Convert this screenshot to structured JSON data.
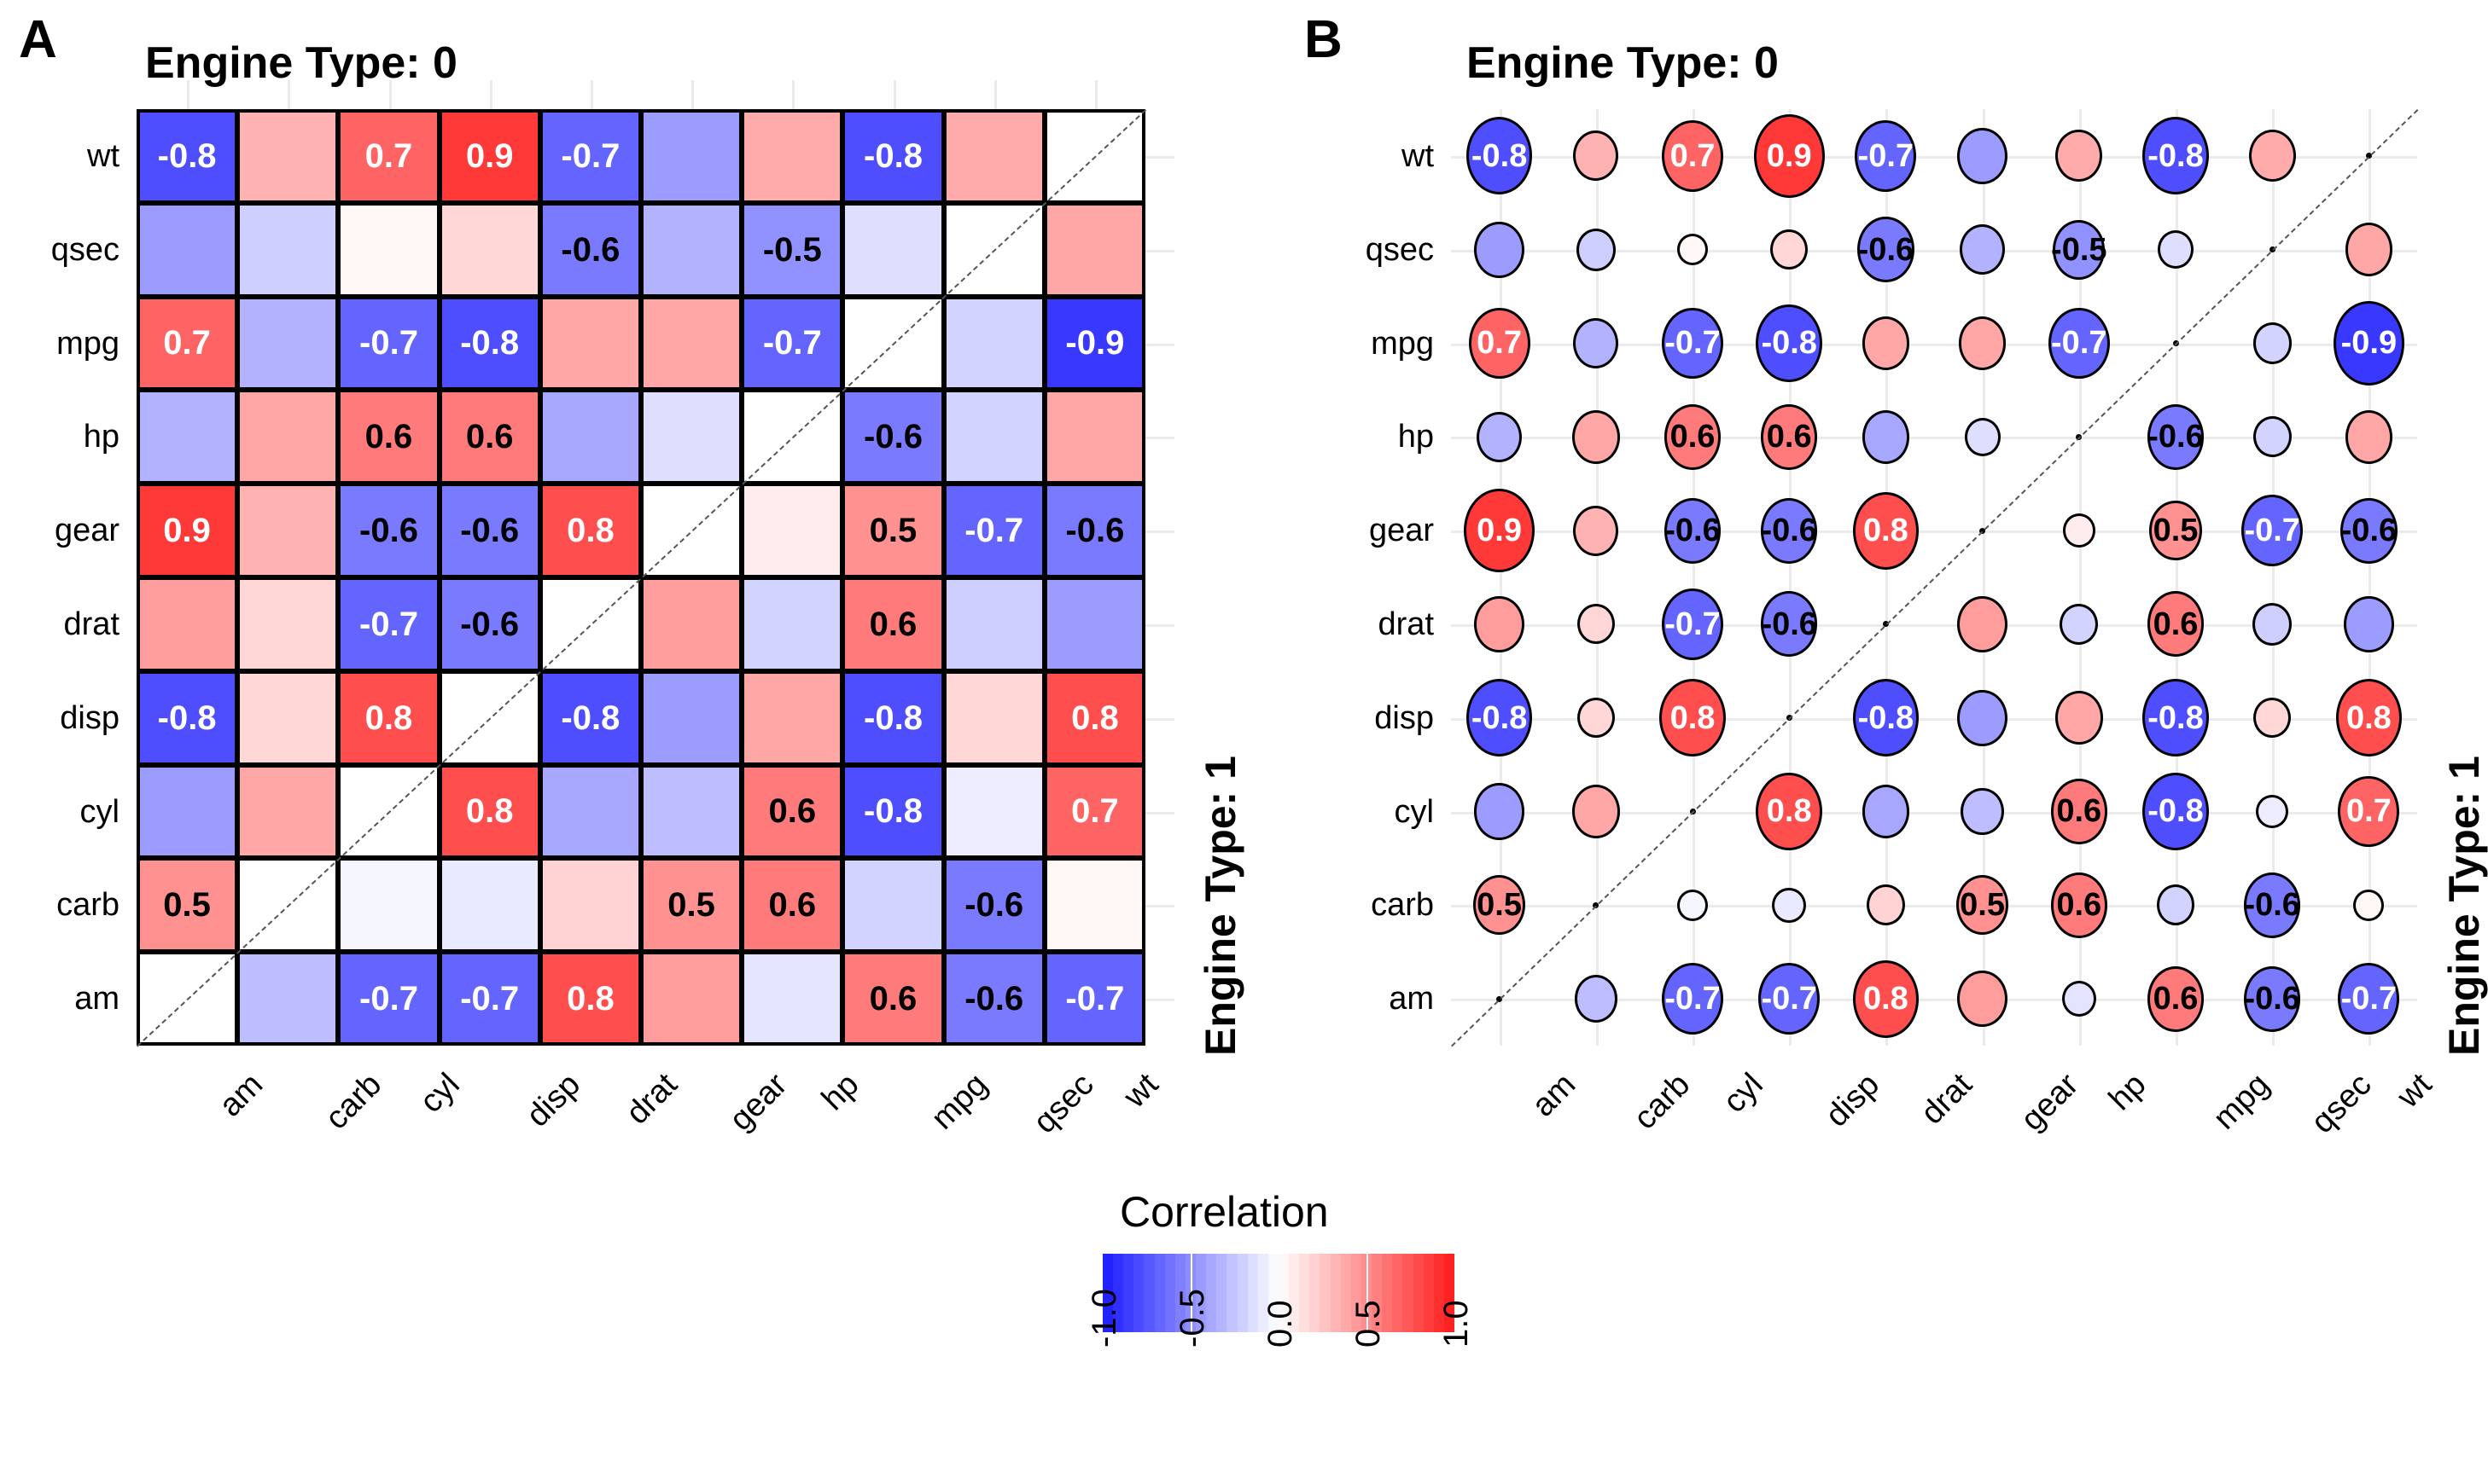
{
  "figure": {
    "legend_title": "Correlation",
    "legend_ticks": [
      "-1.0",
      "-0.5",
      "0.0",
      "0.5",
      "1.0"
    ],
    "colors": {
      "negative_extreme": "#2222ff",
      "zero": "#ffffff",
      "positive_extreme": "#ff2222",
      "grid": "#ebebeb",
      "outline": "#000000"
    }
  },
  "panels": [
    {
      "tag": "A",
      "title": "Engine Type: 0",
      "side_title": "Engine Type: 1",
      "style": "heatmap"
    },
    {
      "tag": "B",
      "title": "Engine Type: 0",
      "side_title": "Engine Type: 1",
      "style": "bubble"
    }
  ],
  "chart_data": {
    "type": "heatmap",
    "title": "Engine Type: 0",
    "secondary_title": "Engine Type: 1",
    "legend_title": "Correlation",
    "xlabel": "",
    "ylabel": "",
    "zlim": [
      -1.0,
      1.0
    ],
    "legend_ticks": [
      -1.0,
      -0.5,
      0.0,
      0.5,
      1.0
    ],
    "colormap": [
      "#2222ff",
      "#ffffff",
      "#ff2222"
    ],
    "grid": true,
    "legend_position": "bottom-center",
    "x_categories": [
      "am",
      "carb",
      "cyl",
      "disp",
      "drat",
      "gear",
      "hp",
      "mpg",
      "qsec",
      "wt"
    ],
    "y_categories": [
      "wt",
      "qsec",
      "mpg",
      "hp",
      "gear",
      "drat",
      "disp",
      "cyl",
      "carb",
      "am"
    ],
    "label_threshold": 0.5,
    "note": "values is a 10x10 matrix, rows follow y_categories, columns follow x_categories; null marks the blank anti-diagonal self-correlation cells. Upper-left triangle is Engine Type 0, lower-right triangle is Engine Type 1.",
    "values": [
      [
        -0.8,
        0.35,
        0.7,
        0.9,
        -0.7,
        -0.45,
        0.38,
        -0.8,
        0.38,
        null
      ],
      [
        -0.45,
        -0.22,
        0.04,
        0.18,
        -0.6,
        -0.35,
        -0.5,
        -0.15,
        null,
        0.4
      ],
      [
        0.7,
        -0.35,
        -0.7,
        -0.8,
        0.4,
        0.4,
        -0.7,
        null,
        -0.2,
        -0.9
      ],
      [
        -0.35,
        0.4,
        0.6,
        0.6,
        -0.4,
        -0.15,
        null,
        -0.6,
        -0.2,
        0.4
      ],
      [
        0.9,
        0.35,
        -0.6,
        -0.6,
        0.8,
        null,
        0.08,
        0.5,
        -0.7,
        -0.6
      ],
      [
        0.45,
        0.18,
        -0.7,
        -0.6,
        null,
        0.45,
        -0.2,
        0.6,
        -0.22,
        -0.45
      ],
      [
        -0.8,
        0.18,
        0.8,
        null,
        -0.8,
        -0.45,
        0.4,
        -0.8,
        0.18,
        0.8
      ],
      [
        -0.45,
        0.4,
        null,
        0.8,
        -0.4,
        -0.3,
        0.6,
        -0.8,
        -0.08,
        0.7
      ],
      [
        0.5,
        null,
        -0.04,
        -0.1,
        0.2,
        0.5,
        0.6,
        -0.2,
        -0.6,
        0.04
      ],
      [
        null,
        -0.3,
        -0.7,
        -0.7,
        0.8,
        0.45,
        -0.12,
        0.6,
        -0.6,
        -0.7
      ]
    ]
  }
}
